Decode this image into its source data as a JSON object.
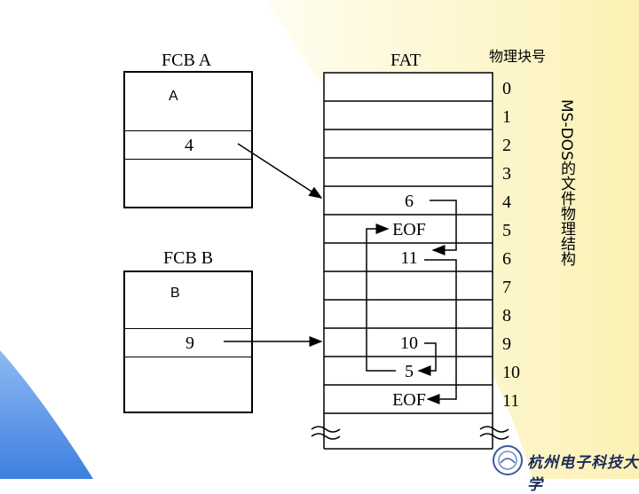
{
  "fcb_a": {
    "title": "FCB A",
    "name": "A",
    "start_block": "4"
  },
  "fcb_b": {
    "title": "FCB B",
    "name": "B",
    "start_block": "9"
  },
  "fat": {
    "title": "FAT",
    "block_header": "物理块号",
    "block_numbers": [
      "0",
      "1",
      "2",
      "3",
      "4",
      "5",
      "6",
      "7",
      "8",
      "9",
      "10",
      "11"
    ],
    "entries": {
      "4": "6",
      "5": "EOF",
      "6": "11",
      "9": "10",
      "10": "5",
      "11": "EOF"
    }
  },
  "vertical_title": "MS-DOS的文件物理结构",
  "logo": {
    "text": "杭州电子科技大学"
  },
  "colors": {
    "accent_blue": "#5b95e6",
    "cream": "#fdf6c8"
  }
}
